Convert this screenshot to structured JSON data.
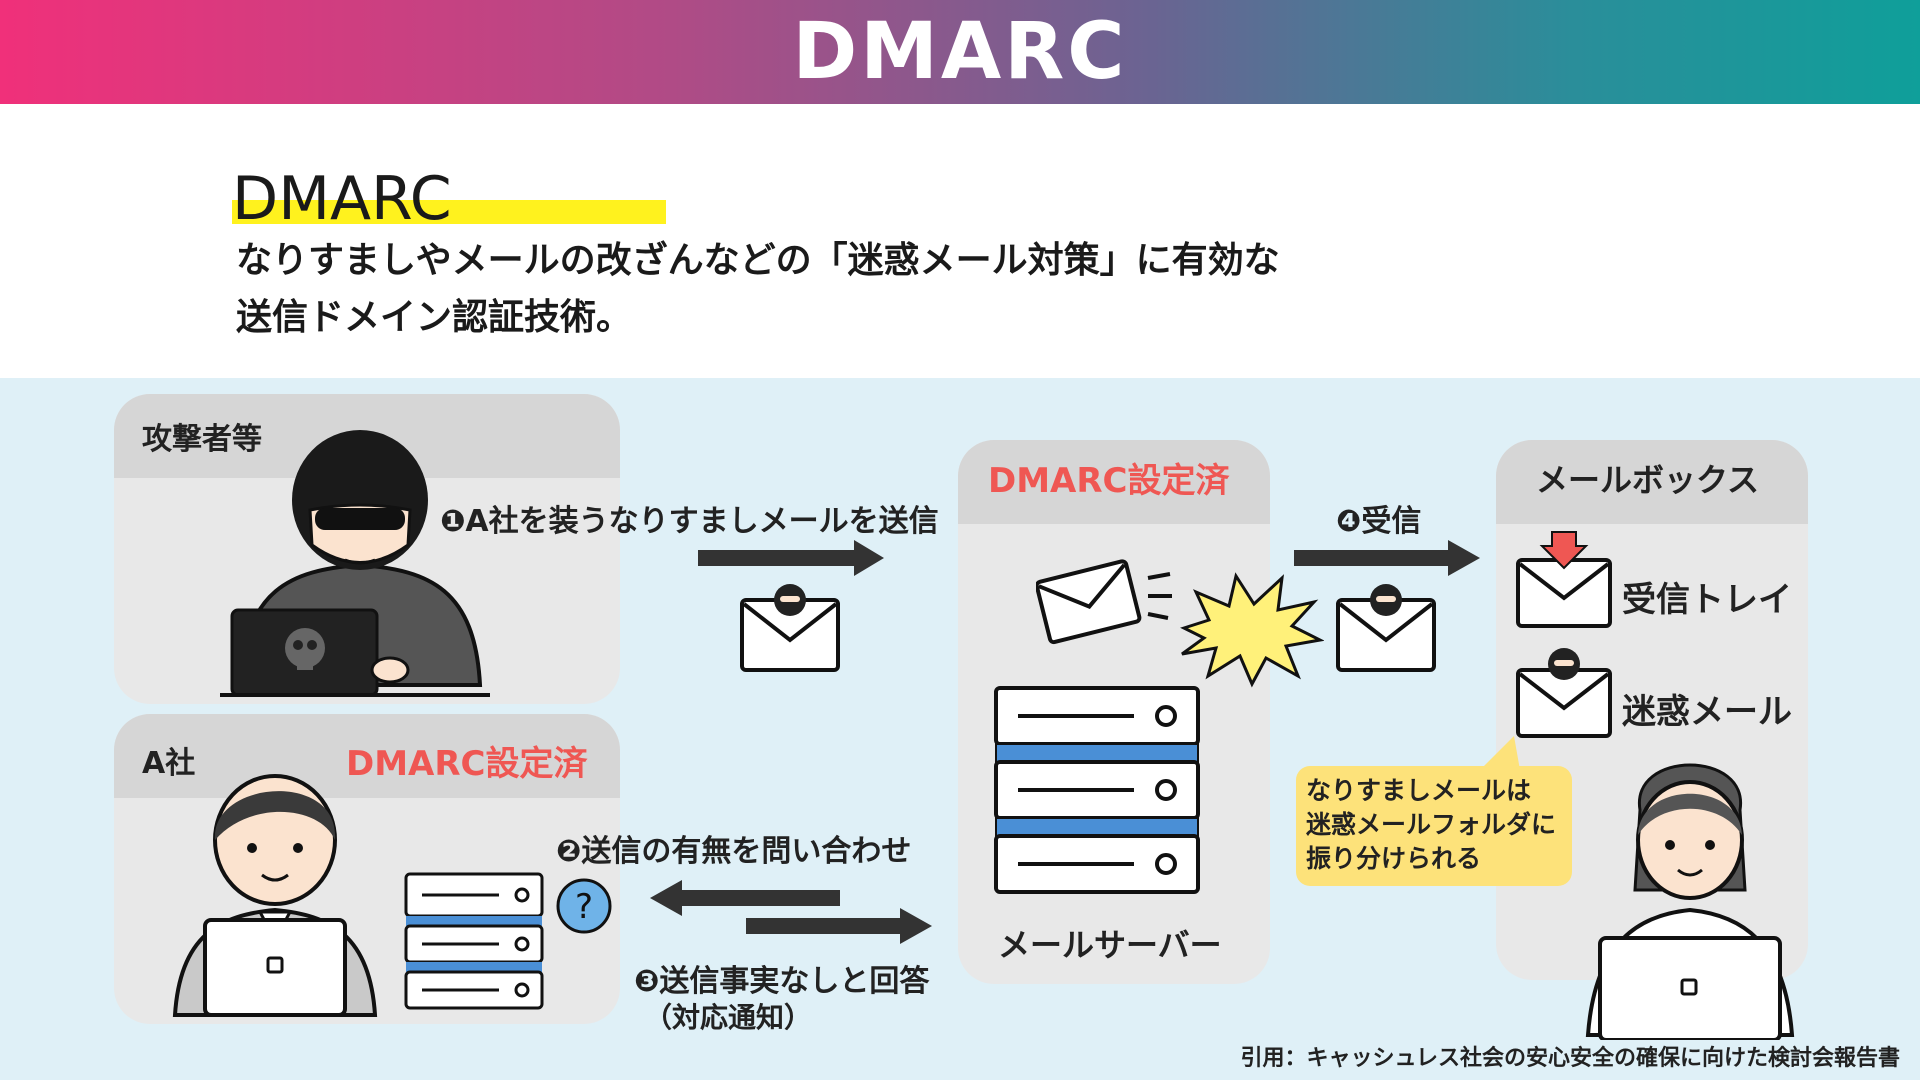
{
  "header": {
    "title": "DMARC"
  },
  "definition": {
    "term": "DMARC",
    "line1": "なりすましやメールの改ざんなどの「迷惑メール対策」に有効な",
    "line2": "送信ドメイン認証技術。"
  },
  "attacker_panel": {
    "label": "攻撃者等"
  },
  "company_panel": {
    "label": "A社",
    "status": "DMARC設定済"
  },
  "server_panel": {
    "status": "DMARC設定済",
    "label": "メールサーバー"
  },
  "mailbox_panel": {
    "label": "メールボックス",
    "inbox": "受信トレイ",
    "spam": "迷惑メール"
  },
  "steps": {
    "step1": "❶A社を装うなりすましメールを送信",
    "step2": "❷送信の有無を問い合わせ",
    "step3": "❸送信事実なしと回答",
    "step3_sub": "（対応通知）",
    "step4": "❹受信"
  },
  "note": {
    "lines": [
      "なりすましメールは",
      "迷惑メールフォルダに",
      "振り分けられる"
    ]
  },
  "citation": "引用：キャッシュレス社会の安心安全の確保に向けた検討会報告書",
  "colors": {
    "accent_red": "#ef5753",
    "highlight_yellow": "#fff21e",
    "server_blue": "#4a8fd6",
    "note_yellow": "#fde27a"
  }
}
